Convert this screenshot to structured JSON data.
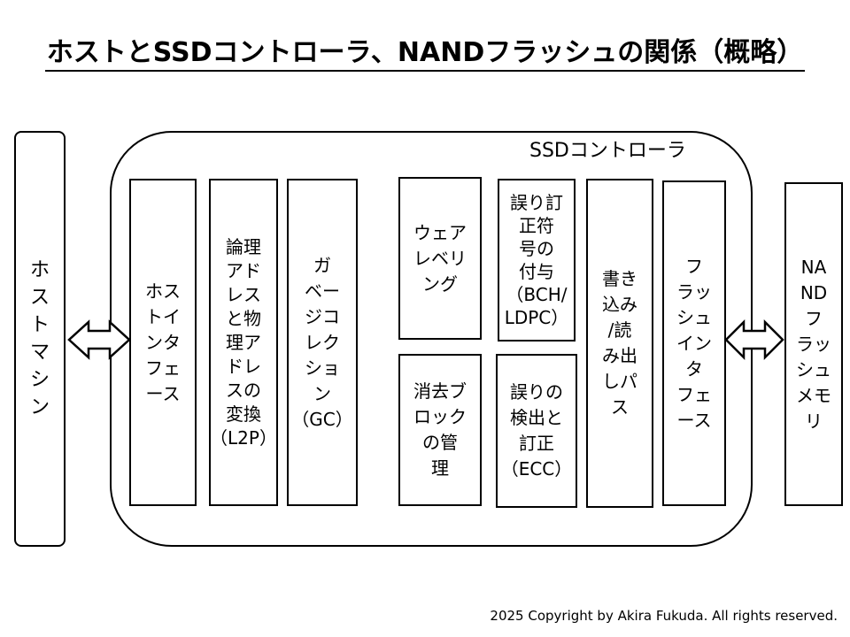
{
  "title": "ホストとSSDコントローラ、NANDフラッシュの関係（概略）",
  "host": {
    "label": "ホ\nス\nト\nマ\nシ\nン"
  },
  "controller": {
    "label": "SSDコントローラ"
  },
  "modules": {
    "host_interface": "ホス\nトイ\nンタ\nフェ\nース",
    "l2p": "論理\nアド\nレス\nと物\n理ア\nドレ\nスの\n変換\n（L2P）",
    "gc": "ガ\nベー\nジコ\nレク\nショ\nン\n（GC）",
    "wear_leveling": "ウェア\nレベリ\nング",
    "erase_block_mgmt": "消去ブ\nロック\nの管\n理",
    "ecc_encode": "誤り訂\n正符\n号の\n付与\n（BCH/\nLDPC）",
    "ecc_decode": "誤りの\n検出と\n訂正\n（ECC）",
    "rw_path": "書き\n込み\n/読\nみ出\nしパ\nス",
    "flash_interface": "フ\nラッ\nシュ\nイン\nタ\nフェ\nース"
  },
  "nand": {
    "label": "NA\nND\nフ\nラッ\nシュ\nメモ\nリ"
  },
  "copyright": "2025 Copyright by Akira Fukuda. All rights reserved."
}
